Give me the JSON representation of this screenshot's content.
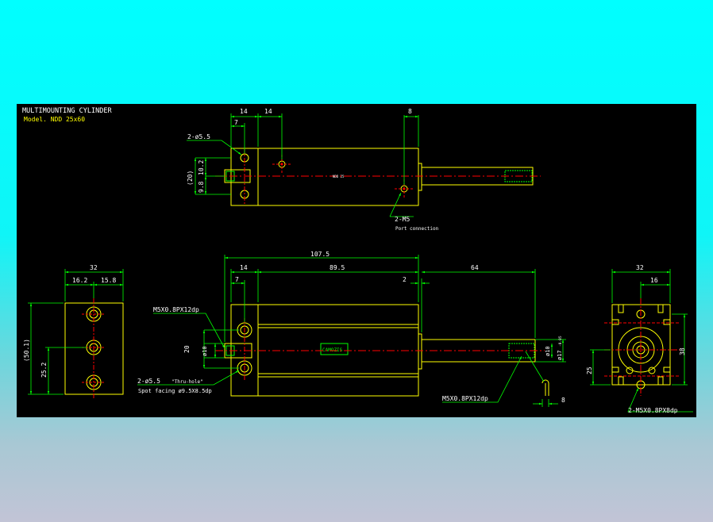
{
  "title_block": {
    "title": "MULTIMOUNTING CYLINDER",
    "model": "Model. NDD 25x60"
  },
  "colors": {
    "background_top": "#00ffff",
    "background_bottom": "#c2c4d6",
    "canvas": "#000000",
    "outline": "#ffff00",
    "dimension": "#00ff00",
    "centerline": "#ff0000",
    "text_white": "#ffffff"
  },
  "top_view": {
    "dims": {
      "d14a": "14",
      "d14b": "14",
      "d7": "7",
      "d8": "8",
      "d20": "(20)",
      "d102": "10.2",
      "d98": "9.8"
    },
    "labels": {
      "holes": "2-ø5.5",
      "ports": "2-M5",
      "port_note": "Port connection",
      "tiny": "NDD 25"
    }
  },
  "front_view": {
    "dims": {
      "d1075": "107.5",
      "d14": "14",
      "d895": "89.5",
      "d64": "64",
      "d7": "7",
      "d2": "2",
      "d20": "20",
      "d10": "ø10",
      "d10r": "ø10",
      "d17": "ø17",
      "d17tol": "-0.05",
      "d8": "8"
    },
    "labels": {
      "thread_top": "M5X0.8PX12dp",
      "thread_bottom": "M5X0.8PX12dp",
      "holes": "2-ø5.5",
      "thru": "\"Thru-hole\"",
      "spot": "Spot facing  ø9.5X8.5dp",
      "badge": "CAMOZIS"
    }
  },
  "left_view": {
    "dims": {
      "d32": "32",
      "d162": "16.2",
      "d158": "15.8",
      "d501": "(50.1)",
      "d252": "25.2"
    }
  },
  "right_view": {
    "dims": {
      "d32": "32",
      "d16": "16",
      "d38": "38",
      "d25": "25"
    },
    "labels": {
      "thread": "2-M5X0.8PX8dp"
    }
  }
}
